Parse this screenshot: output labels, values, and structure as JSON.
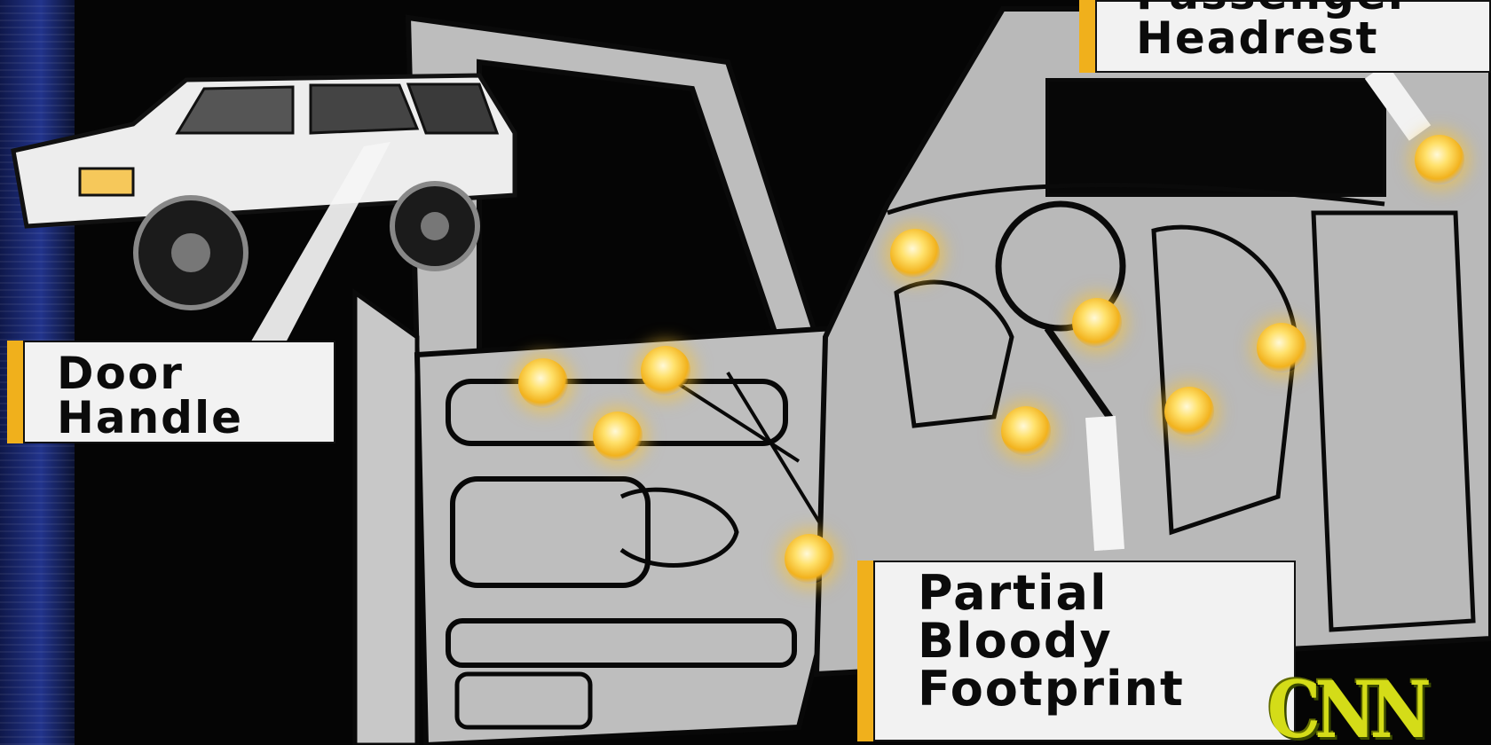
{
  "callouts": {
    "door_handle": {
      "line1": "Door",
      "line2": "Handle"
    },
    "headrest": {
      "line1": "Passenger",
      "line2": "Headrest"
    },
    "footprint": {
      "line1": "Partial",
      "line2": "Bloody",
      "line3": "Footprint"
    }
  },
  "logo": {
    "text": "CNN"
  },
  "colors": {
    "marker": "#f2b21d",
    "callout_accent": "#f0b01c",
    "callout_bg": "#f2f2f2",
    "logo": "#d4dc18",
    "left_rail": "#22348c"
  },
  "icons": {
    "evidence_marker": "glowing-dot-icon",
    "vehicle": "suv-icon"
  }
}
